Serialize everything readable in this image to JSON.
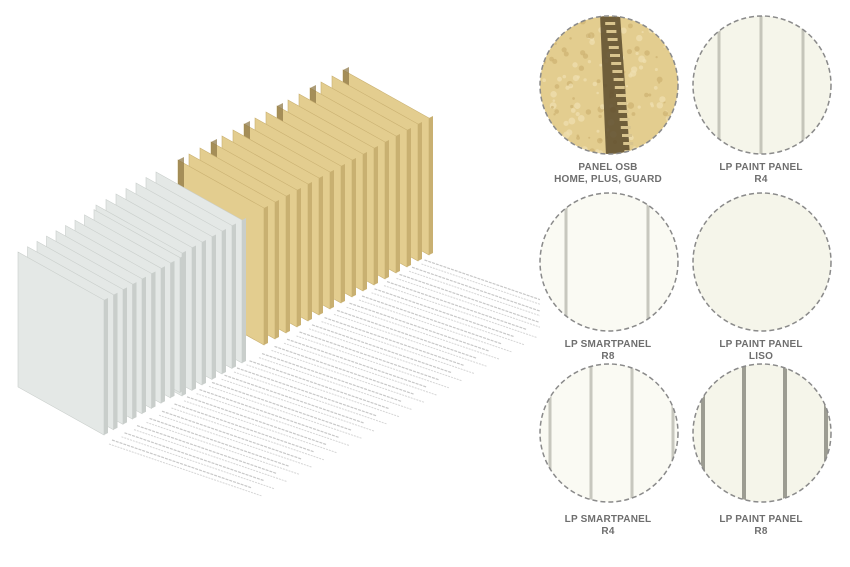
{
  "swatches": [
    {
      "line1": "PANEL OSB",
      "line2": "HOME, PLUS, GUARD",
      "texture": "osb",
      "grooves": 0
    },
    {
      "line1": "LP PAINT PANEL",
      "line2": "R4",
      "texture": "paint",
      "grooves": 3
    },
    {
      "line1": "LP SMARTPANEL",
      "line2": "R8",
      "texture": "smart",
      "grooves": 2
    },
    {
      "line1": "LP PAINT PANEL",
      "line2": "LISO",
      "texture": "paint",
      "grooves": 0
    },
    {
      "line1": "LP SMARTPANEL",
      "line2": "R4",
      "texture": "smart",
      "grooves": 4
    },
    {
      "line1": "LP PAINT PANEL",
      "line2": "R8",
      "texture": "paint-dark",
      "grooves": 4
    }
  ],
  "colors": {
    "osb": "#e3cd8f",
    "osb_edge": "#c9b071",
    "white_panel": "#e4e8e6",
    "white_edge": "#c9cecb",
    "paint": "#f5f5ea",
    "smart": "#fafaf3",
    "groove": "#9c9c92",
    "dash": "#8a8a8a"
  }
}
